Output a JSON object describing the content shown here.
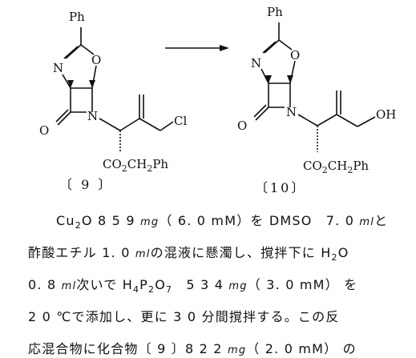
{
  "scheme": {
    "reactant": {
      "phenyl": "Ph",
      "n_atom": "N",
      "o_ring": "O",
      "o_carbonyl": "O",
      "n_lactam": "N",
      "cl": "Cl",
      "ester_prefix": "CO",
      "ester_sub": "2",
      "ester_suffix": "CH",
      "ester_sub2": "2",
      "ester_end": "Ph",
      "label": "〔 9 〕"
    },
    "product": {
      "phenyl": "Ph",
      "n_atom": "N",
      "o_ring": "O",
      "o_carbonyl": "O",
      "n_lactam": "N",
      "oh": "OH",
      "ester_prefix": "CO",
      "ester_sub": "2",
      "ester_suffix": "CH",
      "ester_sub2": "2",
      "ester_end": "Ph",
      "label": "〔10〕"
    }
  },
  "text": {
    "line1": {
      "a": "Cu",
      "a_sub": "2",
      "b": "O 8 5 9 ",
      "b_unit": "mg",
      "c": "（ 6. 0 mM）を DMSO　7. 0 ",
      "c_unit": "ml",
      "d": "と"
    },
    "line2": {
      "a": "酢酸エチル 1. 0 ",
      "a_unit": "ml",
      "b": "の混液に懸濁し、撹拌下に H",
      "b_sub": "2",
      "c": "O"
    },
    "line3": {
      "a": "0. 8 ",
      "a_unit": "ml",
      "b": "次いで H",
      "b_sub": "4",
      "c": "P",
      "c_sub": "2",
      "d": "O",
      "d_sub": "7",
      "e": "　5 3 4 ",
      "e_unit": "mg",
      "f": "（ 3. 0 mM） を"
    },
    "line4": "2 0 ℃で添加し、更に 3 0 分間撹拌する。この反",
    "line5": {
      "a": "応混合物に化合物〔 9 〕8 2 2 ",
      "a_unit": "mg",
      "b": "（ 2. 0 mM） の"
    }
  }
}
